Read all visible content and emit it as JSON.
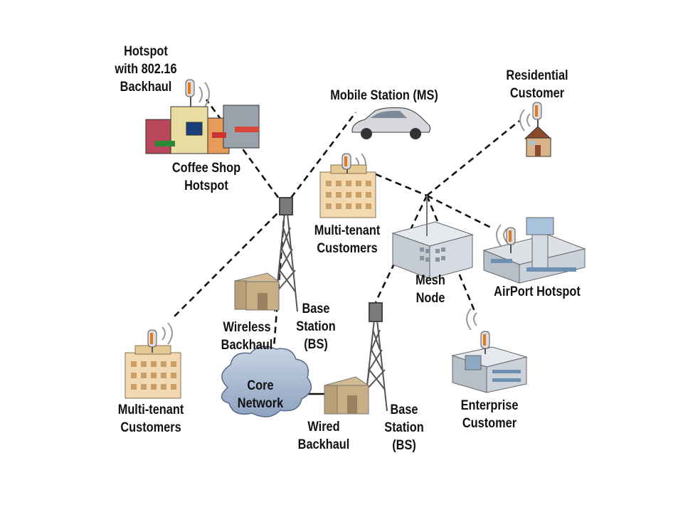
{
  "labels": {
    "hotspot_backhaul": [
      "Hotspot",
      "with 802.16",
      "Backhaul"
    ],
    "coffee_shop": [
      "Coffee Shop",
      "Hotspot"
    ],
    "mobile_station": [
      "Mobile Station (MS)"
    ],
    "residential": [
      "Residential",
      "Customer"
    ],
    "multitenant_top": [
      "Multi-tenant",
      "Customers"
    ],
    "mesh_node": [
      "Mesh",
      "Node"
    ],
    "airport": [
      "AirPort Hotspot"
    ],
    "wireless_backhaul": [
      "Wireless",
      "Backhaul"
    ],
    "base_station_1": [
      "Base",
      "Station",
      "(BS)"
    ],
    "core_network": [
      "Core",
      "Network"
    ],
    "multitenant_bottom": [
      "Multi-tenant",
      "Customers"
    ],
    "wired_backhaul": [
      "Wired",
      "Backhaul"
    ],
    "base_station_2": [
      "Base",
      "Station",
      "(BS)"
    ],
    "enterprise": [
      "Enterprise",
      "Customer"
    ]
  },
  "colors": {
    "link_line": "#111111",
    "cloud_fill": "#9fb2cc",
    "building_tan": "#f2d9b0",
    "building_gray": "#cfd4da",
    "tower_gray": "#6e6e6e"
  },
  "icons": [
    "radio-tower-icon",
    "dish-antenna-icon",
    "car-icon",
    "house-icon",
    "cloud-icon",
    "office-building-icon",
    "storefront-icon",
    "airport-terminal-icon"
  ]
}
